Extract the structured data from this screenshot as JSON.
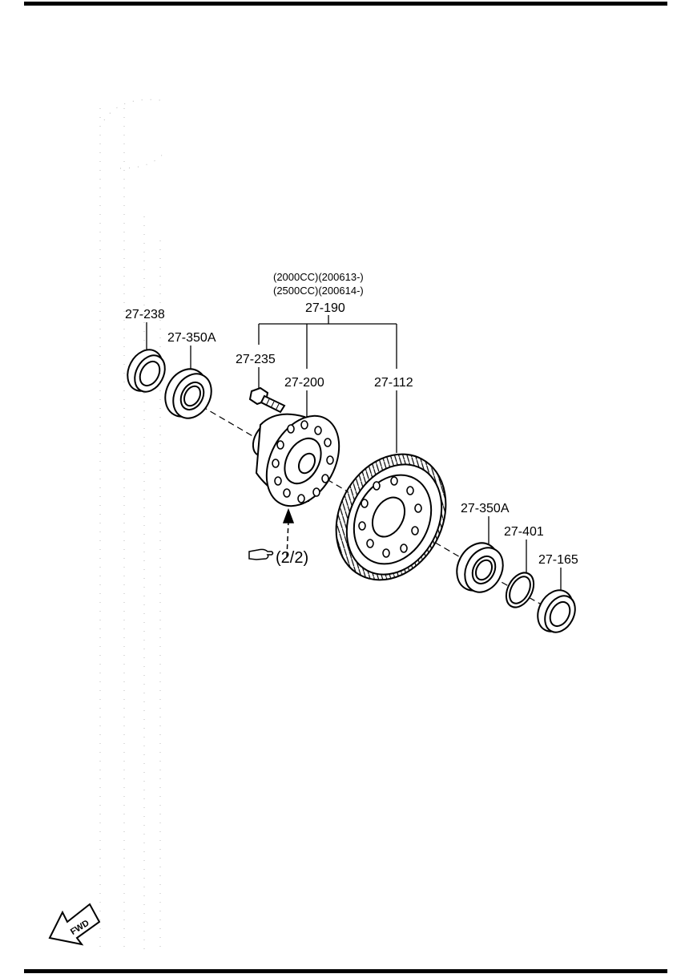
{
  "diagram": {
    "header_note_line1": "(2000CC)(200613-)",
    "header_note_line2": "(2500CC)(200614-)",
    "labels": {
      "part_27_190": "27-190",
      "part_27_238": "27-238",
      "part_27_350A_left": "27-350A",
      "part_27_235": "27-235",
      "part_27_200": "27-200",
      "part_27_112": "27-112",
      "part_27_350A_right": "27-350A",
      "part_27_401": "27-401",
      "part_27_165": "27-165"
    },
    "reference": "(2/2)",
    "fwd_label": "FWD"
  }
}
